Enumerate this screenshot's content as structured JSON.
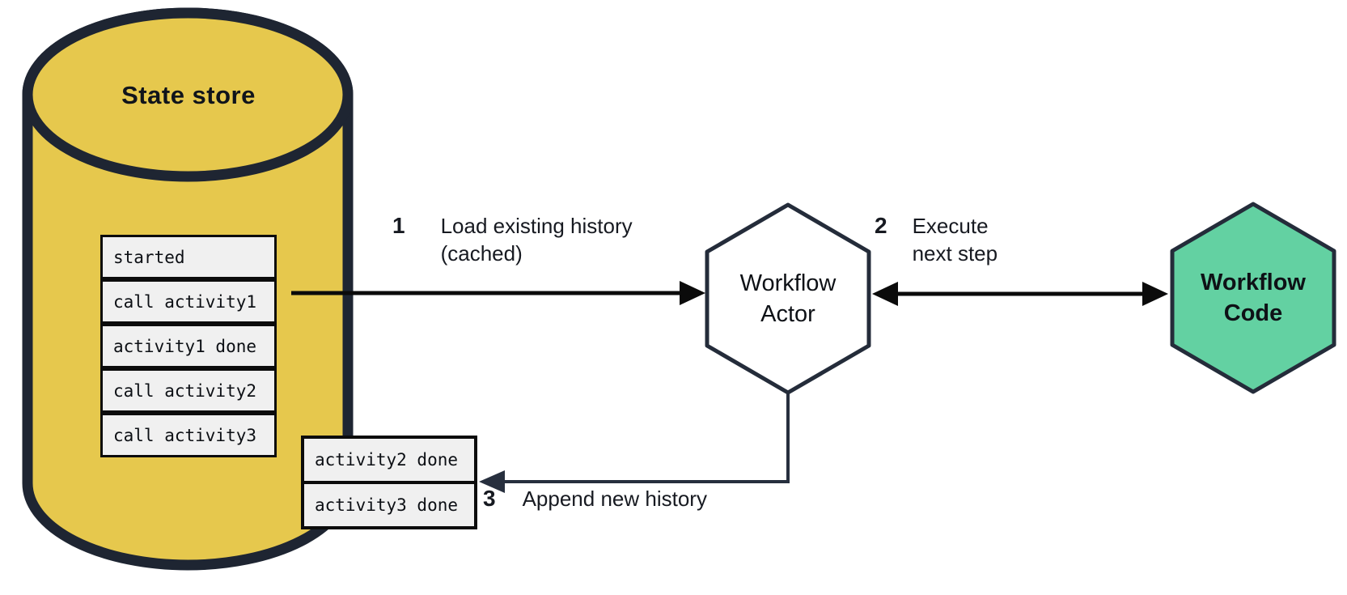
{
  "diagram": {
    "state_store": {
      "title": "State store",
      "history_rows": [
        "started",
        "call activity1",
        "activity1 done",
        "call activity2",
        "call activity3"
      ],
      "new_history_rows": [
        "activity2 done",
        "activity3 done"
      ]
    },
    "workflow_actor": {
      "line1": "Workflow",
      "line2": "Actor"
    },
    "workflow_code": {
      "line1": "Workflow",
      "line2": "Code"
    },
    "steps": [
      {
        "number": "1",
        "line1": "Load existing history",
        "line2": "(cached)"
      },
      {
        "number": "2",
        "line1": "Execute",
        "line2": "next step"
      },
      {
        "number": "3",
        "line1": "Append new history",
        "line2": ""
      }
    ],
    "colors": {
      "cylinder_fill": "#E6C84D",
      "cylinder_stroke": "#1E2532",
      "actor_fill": "#FFFFFF",
      "code_fill": "#63D1A2",
      "hexagon_stroke": "#242C3A",
      "arrow_black": "#0B0B0B",
      "arrow_navy": "#272F3E",
      "row_fill": "#F0F0F0"
    }
  }
}
